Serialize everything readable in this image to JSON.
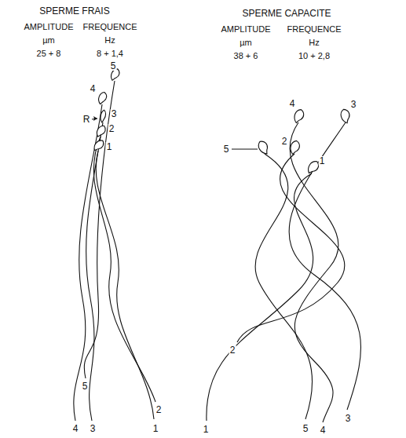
{
  "diagram": {
    "labels": [
      "SPERME FRAIS",
      "AMPLITUDE",
      "FREQUENCE",
      "µm",
      "Hz",
      "25 + 8",
      "8 + 1,4",
      "SPERME CAPACITE",
      "AMPLITUDE",
      "FREQUENCE",
      "µm",
      "Hz",
      "38 + 6",
      "10 + 2,8",
      "5",
      "4",
      "3",
      "R",
      "2",
      "1",
      "5",
      "4",
      "3",
      "2",
      "1",
      "4",
      "3",
      "2",
      "5",
      "1",
      "2",
      "1",
      "5",
      "4",
      "3"
    ]
  }
}
